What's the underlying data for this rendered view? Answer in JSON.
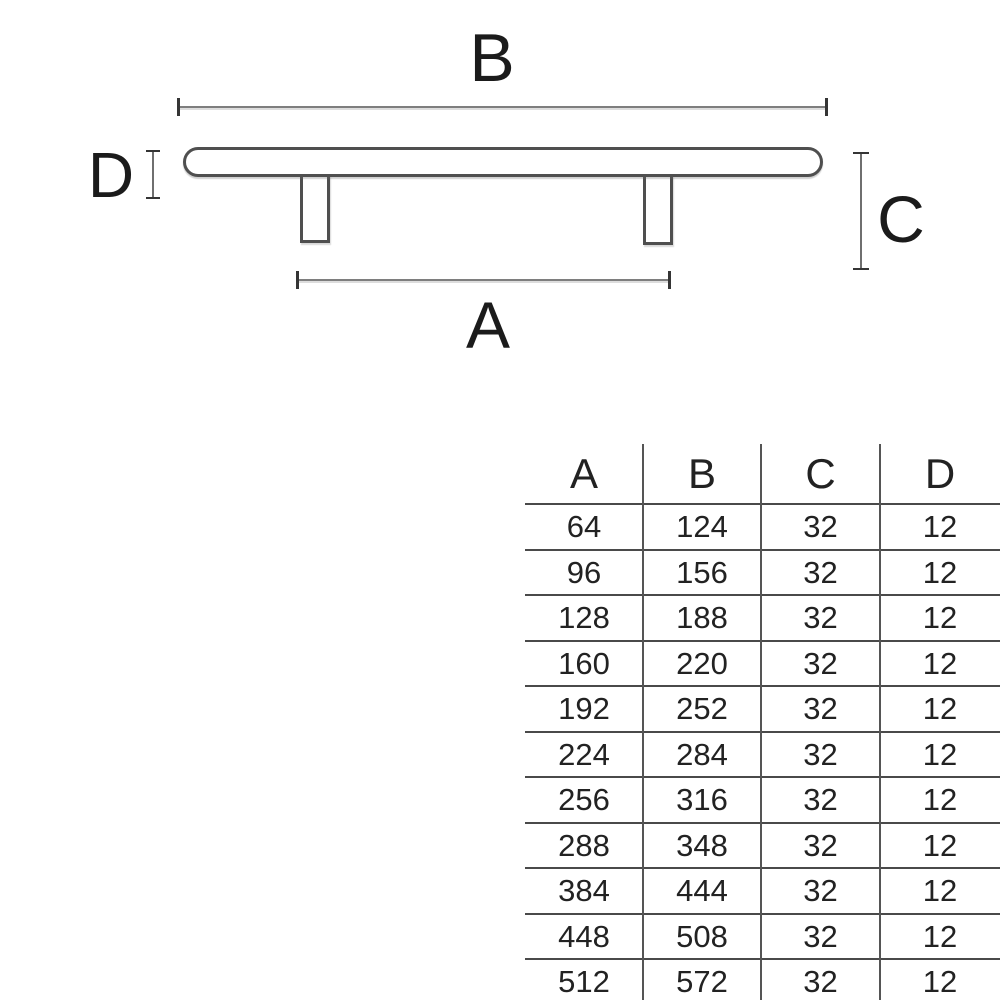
{
  "diagram": {
    "labels": {
      "a": "A",
      "b": "B",
      "c": "C",
      "d": "D"
    },
    "description": "bar-handle-dimension-drawing"
  },
  "colors": {
    "ink": "#1f1f1f",
    "outline": "#4f4f4f",
    "dimension_line": "#7e7e7e"
  },
  "table": {
    "headers": [
      "A",
      "B",
      "C",
      "D"
    ],
    "rows": [
      [
        "64",
        "124",
        "32",
        "12"
      ],
      [
        "96",
        "156",
        "32",
        "12"
      ],
      [
        "128",
        "188",
        "32",
        "12"
      ],
      [
        "160",
        "220",
        "32",
        "12"
      ],
      [
        "192",
        "252",
        "32",
        "12"
      ],
      [
        "224",
        "284",
        "32",
        "12"
      ],
      [
        "256",
        "316",
        "32",
        "12"
      ],
      [
        "288",
        "348",
        "32",
        "12"
      ],
      [
        "384",
        "444",
        "32",
        "12"
      ],
      [
        "448",
        "508",
        "32",
        "12"
      ],
      [
        "512",
        "572",
        "32",
        "12"
      ]
    ]
  }
}
